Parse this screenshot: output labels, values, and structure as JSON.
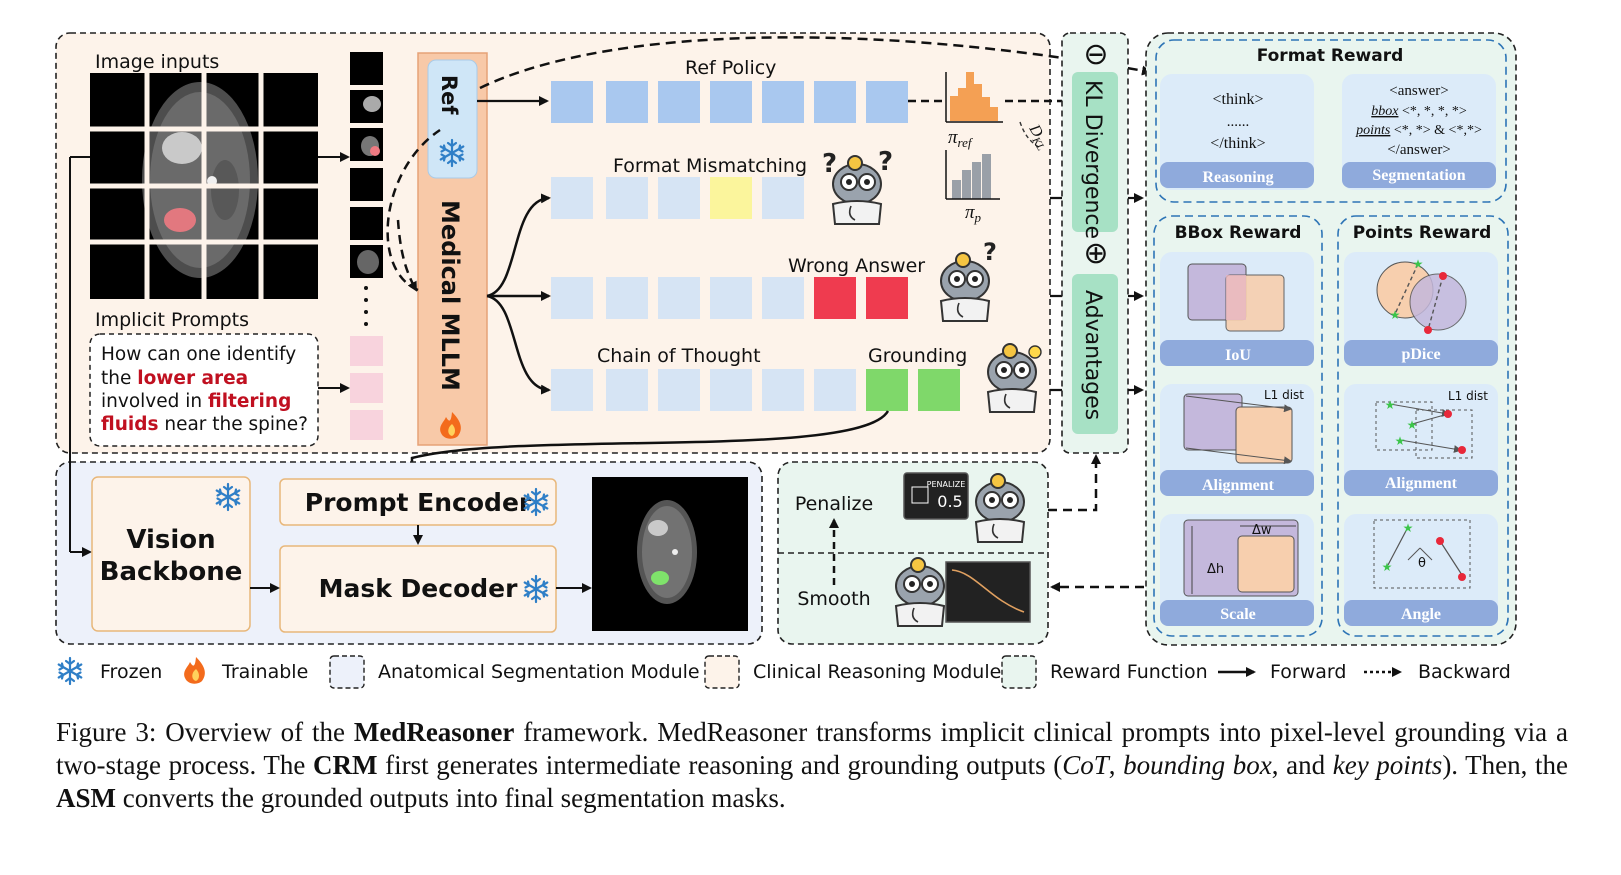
{
  "inputs": {
    "image_inputs_label": "Image inputs",
    "implicit_prompts_label": "Implicit Prompts",
    "prompt_lines": [
      "How can one identify",
      "the ",
      "lower area",
      "involved in ",
      "filtering",
      "fluids",
      " near the spine?"
    ]
  },
  "crm": {
    "ref_label": "Ref",
    "mllm_label": "Medical MLLM",
    "ref_policy_label": "Ref Policy",
    "format_mismatch_label": "Format Mismatching",
    "wrong_answer_label": "Wrong Answer",
    "chain_of_thought_label": "Chain of Thought",
    "grounding_label": "Grounding",
    "pi_ref": "π",
    "pi_ref_sub": "ref",
    "pi_p": "π",
    "pi_p_sub": "p",
    "dkl": "D",
    "dkl_sub": "KL",
    "minus_symbol": "⊖",
    "plus_symbol": "⊕",
    "kl_label": "KL Divergence",
    "advantages_label": "Advantages"
  },
  "asm": {
    "vision_backbone_1": "Vision",
    "vision_backbone_2": "Backbone",
    "prompt_encoder": "Prompt Encoder",
    "mask_decoder": "Mask Decoder"
  },
  "penalty": {
    "penalize": "Penalize",
    "smooth": "Smooth",
    "penalize_sign": "PENALIZE",
    "penalize_value": "0.5"
  },
  "rewards": {
    "format_title": "Format Reward",
    "think_open": "<think>",
    "think_dots": "......",
    "think_close": "</think>",
    "reasoning": "Reasoning",
    "answer_open": "<answer>",
    "bbox_kw": "bbox",
    "bbox_tail": "<*, *, *, *>",
    "points_kw": "points",
    "points_tail": "<*, *> & <*,*>",
    "answer_close": "</answer>",
    "segmentation": "Segmentation",
    "bbox_title": "BBox Reward",
    "points_title": "Points Reward",
    "iou": "IoU",
    "pdice": "pDice",
    "alignment": "Alignment",
    "l1_dist": "L1 dist",
    "scale": "Scale",
    "angle": "Angle",
    "dw": "Δw",
    "dh": "Δh",
    "theta": "θ"
  },
  "legend": {
    "frozen": "Frozen",
    "trainable": "Trainable",
    "asm": "Anatomical Segmentation Module",
    "crm": "Clinical Reasoning Module",
    "reward": "Reward Function",
    "forward": "Forward",
    "backward": "Backward"
  },
  "caption": {
    "p1": "Figure 3: Overview of the ",
    "b1": "MedReasoner",
    "p2": " framework. MedReasoner transforms implicit clinical prompts into pixel-level grounding via a two-stage process. The ",
    "b2": "CRM",
    "p3": " first generates intermediate reasoning and grounding outputs (",
    "i1": "CoT",
    "p4": ", ",
    "i2": "bounding box",
    "p5": ", and ",
    "i3": "key points",
    "p6": "). Then, the ",
    "b3": "ASM",
    "p7": " converts the grounded outputs into final segmentation masks."
  },
  "colors": {
    "crm_bg": "#fdf3ea",
    "asm_bg": "#edf1fa",
    "reward_bg": "#e9f5ef",
    "kl_green": "#a7e1c5",
    "mllm_orange": "#f8c9a8",
    "ref_blue": "#cfe6f7",
    "token_blue": "#a9c8ef",
    "token_light": "#d6e4f4",
    "token_yellow": "#fbf59c",
    "token_red": "#ef3b4f",
    "token_green": "#7fd86a",
    "prompt_pink": "#f8d3dd"
  }
}
